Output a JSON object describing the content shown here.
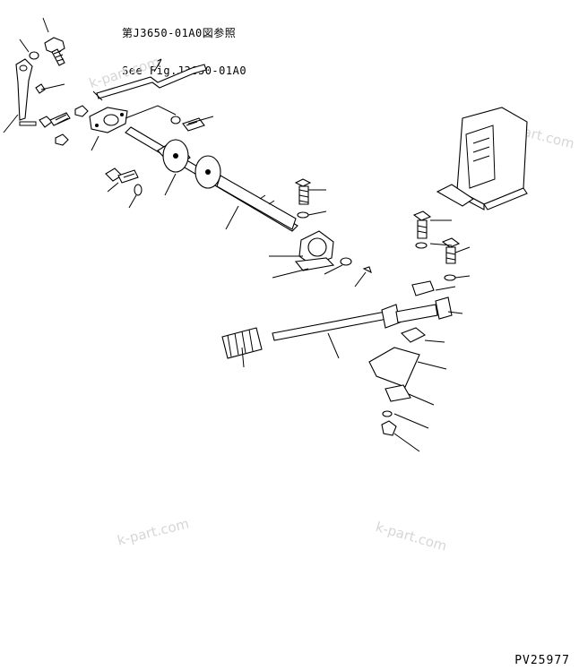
{
  "reference_note": {
    "line1": "第J3650-01A0図参照",
    "line2": "See Fig.J3650-01A0"
  },
  "drawing_code": "PV25977",
  "watermarks": [
    "k-part.com",
    "k-part.com",
    "k-part.com",
    "k-part.com"
  ]
}
